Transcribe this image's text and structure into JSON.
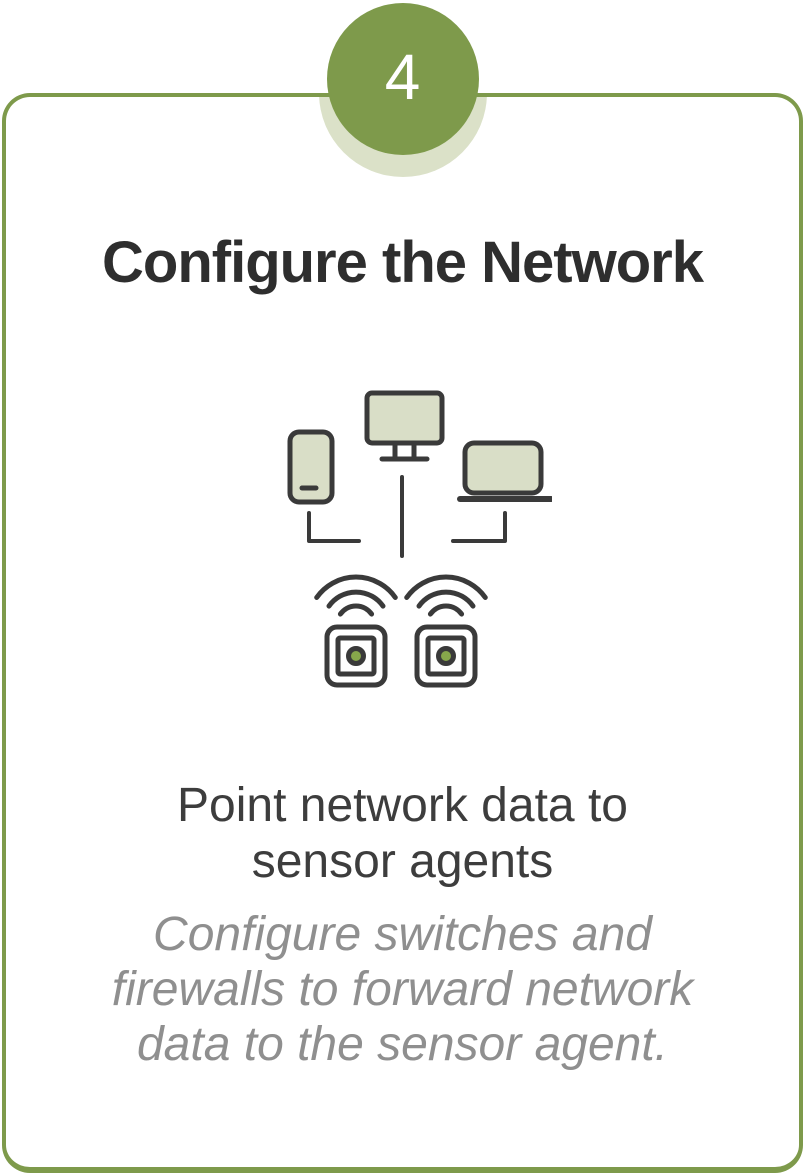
{
  "step": {
    "number": "4"
  },
  "card": {
    "title": "Configure the Network",
    "subtitle_lines": [
      "Point network data to",
      "sensor agents"
    ],
    "description_lines": [
      "Configure switches and",
      "firewalls to forward network",
      "data to the sensor agent."
    ]
  },
  "illustration": {
    "devices": [
      "phone",
      "monitor",
      "laptop"
    ],
    "sensor_count": 2,
    "description": "phone, monitor and laptop connected by network lines to two wireless sensor agents"
  },
  "colors": {
    "accent_green": "#7e9a4b",
    "light_green": "#dbe1c8",
    "device_fill": "#d9dec7",
    "outline_dark": "#3a3a3a",
    "sensor_dot_green": "#87a74b",
    "title_text": "#2e2e2e",
    "subtitle_text": "#3d3d3d",
    "description_text": "#8f8f8f"
  }
}
